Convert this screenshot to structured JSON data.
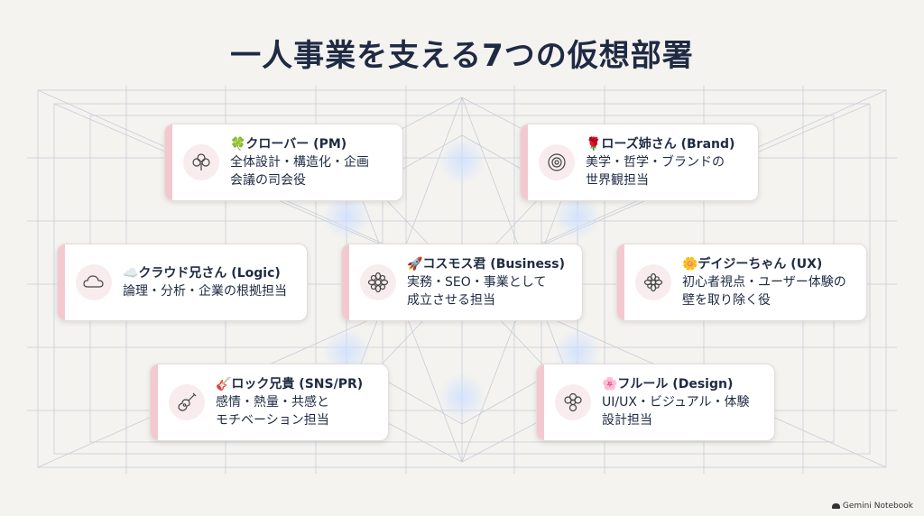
{
  "title": "一人事業を支える7つの仮想部署",
  "watermark": "Gemini Notebook",
  "departments": [
    {
      "name": "🍀クローバー (PM)",
      "desc1": "全体設計・構造化・企画",
      "desc2": "会議の司会役",
      "icon": "clover-icon"
    },
    {
      "name": "🌹ローズ姉さん (Brand)",
      "desc1": "美学・哲学・ブランドの",
      "desc2": "世界観担当",
      "icon": "rose-icon"
    },
    {
      "name": "☁️クラウド兄さん (Logic)",
      "desc1": "論理・分析・企業の根拠担当",
      "desc2": "",
      "icon": "cloud-icon"
    },
    {
      "name": "🚀コスモス君 (Business)",
      "desc1": "実務・SEO・事業として",
      "desc2": "成立させる担当",
      "icon": "cosmos-icon"
    },
    {
      "name": "🌼デイジーちゃん (UX)",
      "desc1": "初心者視点・ユーザー体験の",
      "desc2": "壁を取り除く役",
      "icon": "daisy-icon"
    },
    {
      "name": "🎸ロック兄貴 (SNS/PR)",
      "desc1": "感情・熱量・共感と",
      "desc2": "モチベーション担当",
      "icon": "guitar-icon"
    },
    {
      "name": "🌸フルール (Design)",
      "desc1": "UI/UX・ビジュアル・体験",
      "desc2": "設計担当",
      "icon": "flower-icon"
    }
  ]
}
